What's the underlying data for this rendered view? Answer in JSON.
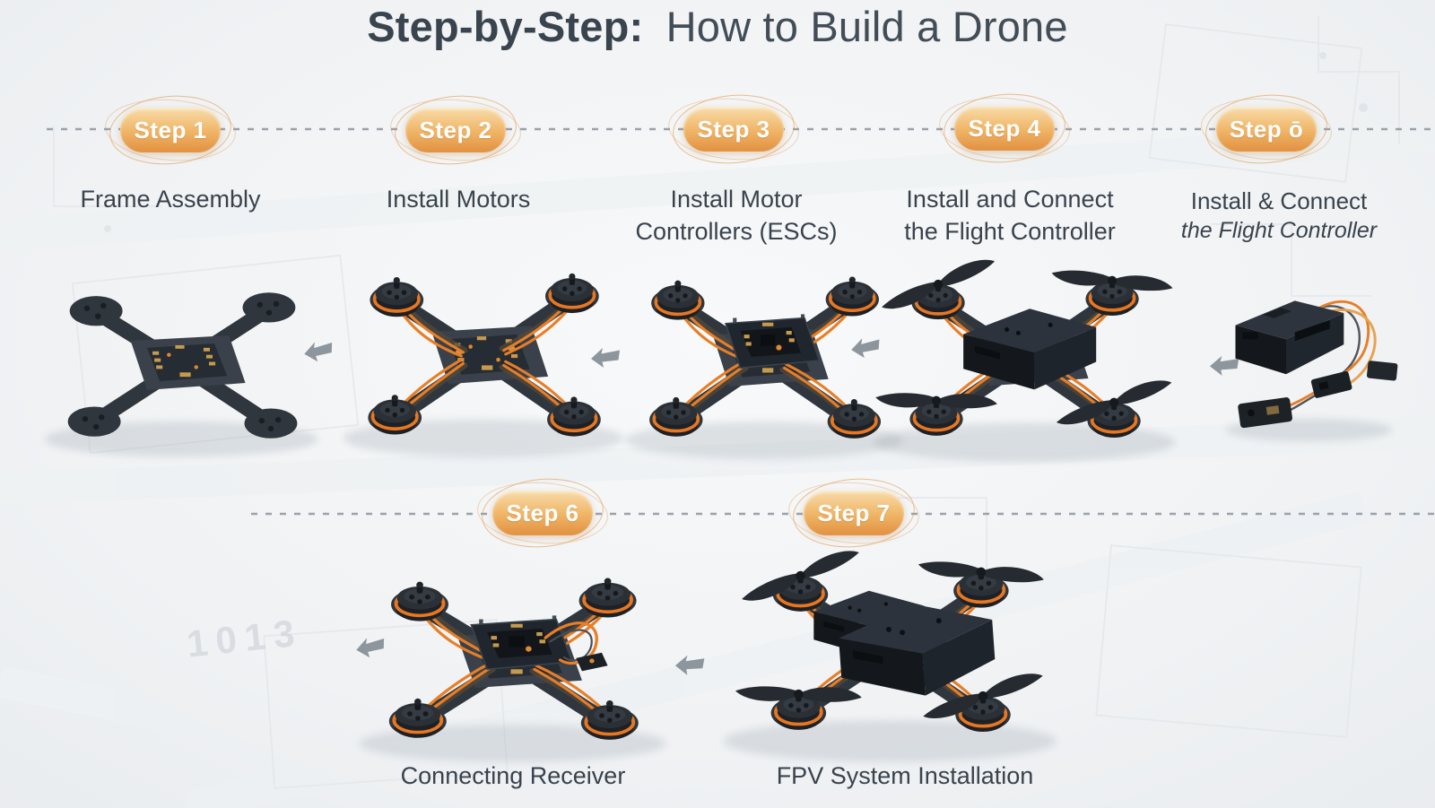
{
  "title": {
    "prefix": "Step-by-Step:",
    "rest": "How to Build a Drone"
  },
  "steps": [
    {
      "badge": "Step 1",
      "lines": [
        "Frame Assembly"
      ]
    },
    {
      "badge": "Step 2",
      "lines": [
        "Install Motors"
      ]
    },
    {
      "badge": "Step 3",
      "lines": [
        "Install Motor",
        "Controllers (ESCs)"
      ]
    },
    {
      "badge": "Step 4",
      "lines": [
        "Install and Connect",
        "the Flight Controller"
      ]
    },
    {
      "badge": "Step ō",
      "lines": [
        "Install & Connect",
        "the Flight Controller"
      ]
    },
    {
      "badge": "Step 6",
      "lines": [
        "Connecting Receiver"
      ]
    },
    {
      "badge": "Step 7",
      "lines": [
        "FPV System Installation"
      ]
    }
  ],
  "background": {
    "decorative_digits": "1013"
  },
  "colors": {
    "accent_orange": "#E8913F",
    "badge_gradient_top": "#F8DDAB",
    "badge_gradient_bottom": "#E29140",
    "scribble_orange": "#E2984A",
    "text_dark": "#39434D",
    "dash_gray": "#9AA2AB",
    "frame_dark": "#30363D",
    "wire_orange": "#E87E26",
    "arrow_gray": "#8E969D",
    "canvas": "#F0F2F4"
  }
}
